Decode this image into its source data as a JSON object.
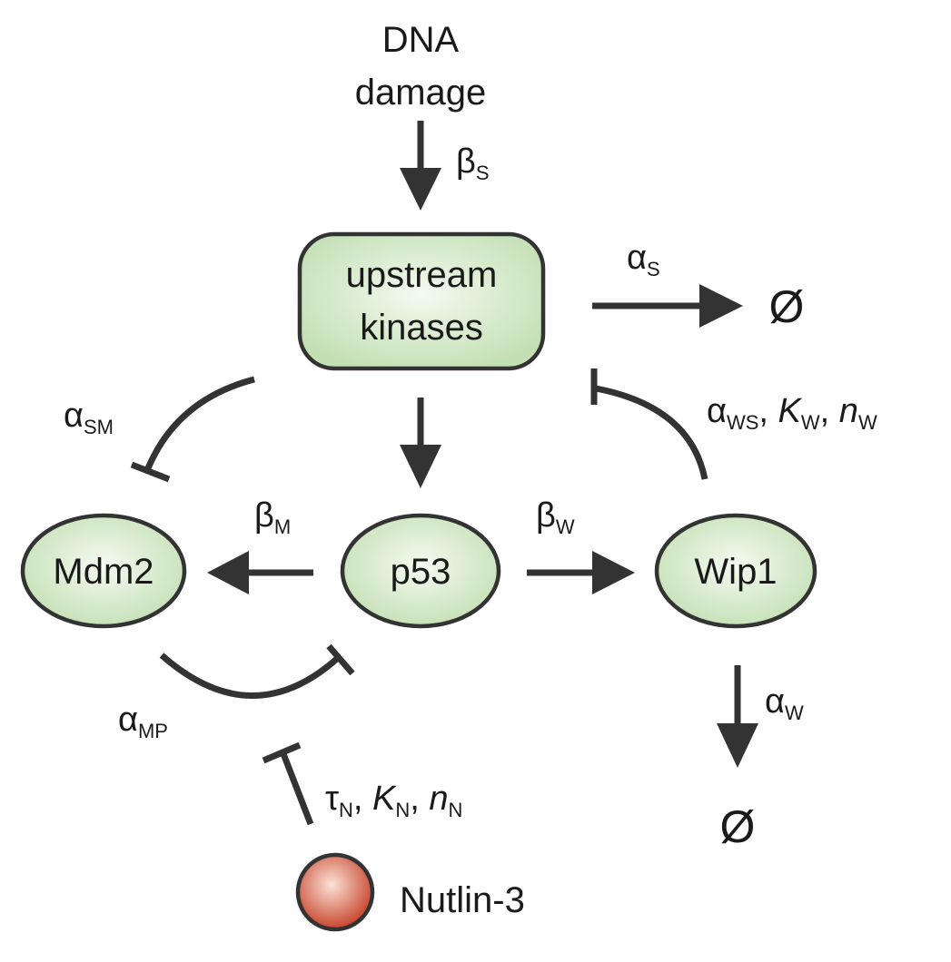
{
  "nodes": {
    "dna_damage": {
      "line1": "DNA",
      "line2": "damage"
    },
    "upstream_kinases": {
      "line1": "upstream",
      "line2": "kinases"
    },
    "mdm2": {
      "label": "Mdm2"
    },
    "p53": {
      "label": "p53"
    },
    "wip1": {
      "label": "Wip1"
    },
    "nutlin": {
      "label": "Nutlin-3"
    },
    "null_s": {
      "label": "Ø"
    },
    "null_w": {
      "label": "Ø"
    }
  },
  "params": {
    "beta_s": {
      "sym": "β",
      "sub": "S"
    },
    "alpha_s": {
      "sym": "α",
      "sub": "S"
    },
    "alpha_sm": {
      "sym": "α",
      "sub": "SM"
    },
    "beta_m": {
      "sym": "β",
      "sub": "M"
    },
    "beta_w": {
      "sym": "β",
      "sub": "W"
    },
    "alpha_mp": {
      "sym": "α",
      "sub": "MP"
    },
    "alpha_w": {
      "sym": "α",
      "sub": "W"
    },
    "alpha_ws": {
      "sym1": "α",
      "sub1": "WS",
      "sep1": ", ",
      "sym2": "K",
      "sub2": "W",
      "sep2": ", ",
      "sym3": "n",
      "sub3": "W"
    },
    "tau_n": {
      "sym1": "τ",
      "sub1": "N",
      "sep1": ", ",
      "sym2": "K",
      "sub2": "N",
      "sep2": ", ",
      "sym3": "n",
      "sub3": "N"
    }
  },
  "colors": {
    "node_fill_center": "#f4faf0",
    "node_fill_edge": "#c3dfb4",
    "stroke": "#333333",
    "nutlin_center": "#fbe3d8",
    "nutlin_edge": "#c8442c"
  }
}
